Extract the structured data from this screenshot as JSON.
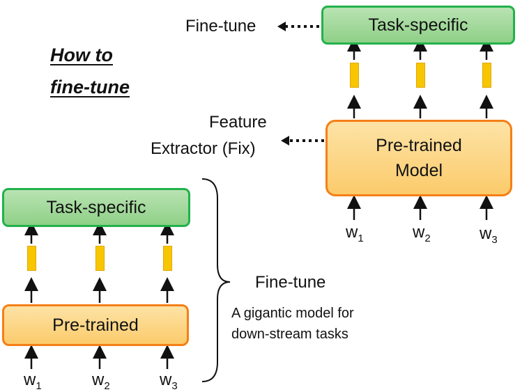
{
  "title": {
    "line1": "How to",
    "line2": "fine-tune"
  },
  "top_diagram": {
    "head_label": "Task-specific",
    "body_label_line1": "Pre-trained",
    "body_label_line2": "Model",
    "side_label_head": "Fine-tune",
    "side_label_body_line1": "Feature",
    "side_label_body_line2": "Extractor (Fix)",
    "tokens": [
      {
        "base": "w",
        "sub": "1"
      },
      {
        "base": "w",
        "sub": "2"
      },
      {
        "base": "w",
        "sub": "3"
      }
    ]
  },
  "bottom_diagram": {
    "head_label": "Task-specific",
    "body_label": "Pre-trained",
    "tokens": [
      {
        "base": "w",
        "sub": "1"
      },
      {
        "base": "w",
        "sub": "2"
      },
      {
        "base": "w",
        "sub": "3"
      }
    ],
    "brace_label": "Fine-tune",
    "caption_line1": "A gigantic model for",
    "caption_line2": "down-stream tasks"
  },
  "colors": {
    "task_fill": "#a6dba0",
    "task_border": "#22b14c",
    "pretrained_fill": "#fcd98a",
    "pretrained_border": "#f57f17",
    "bar_fill": "#f7c600"
  }
}
